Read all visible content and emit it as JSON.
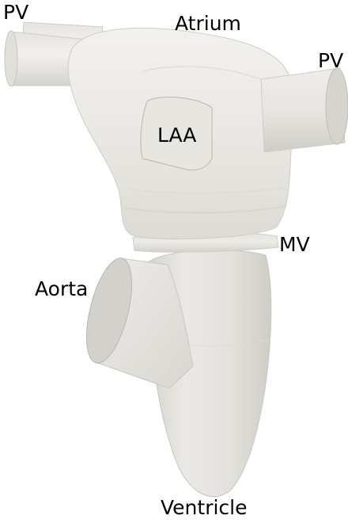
{
  "labels": {
    "pv_left": "PV",
    "atrium": "Atrium",
    "pv_right": "PV",
    "laa": "LAA",
    "mv": "MV",
    "aorta": "Aorta",
    "ventricle": "Ventricle"
  },
  "colors": {
    "background": "#ffffff",
    "surface_light": "#f1efeb",
    "surface_mid": "#e2e0da",
    "surface_dark": "#c9c7c1",
    "cap_face": "#d2d1cb",
    "text": "#000000"
  }
}
